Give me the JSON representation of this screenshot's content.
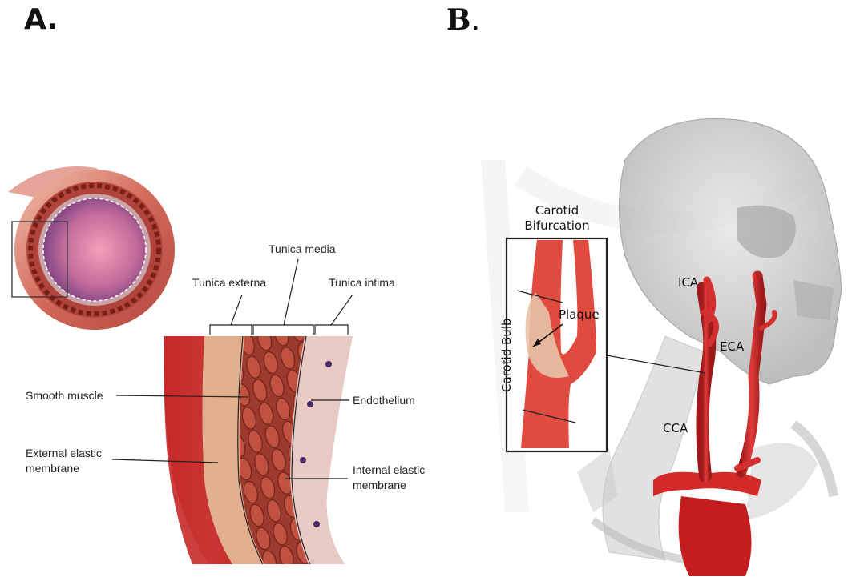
{
  "panels": {
    "a": {
      "label": "A",
      "suffix": "."
    },
    "b": {
      "label": "B",
      "suffix": "."
    }
  },
  "artery_layers": {
    "tunica_externa": "Tunica externa",
    "tunica_media": "Tunica media",
    "tunica_intima": "Tunica intima",
    "smooth_muscle": "Smooth muscle",
    "endothelium": "Endothelium",
    "external_elastic_line1": "External elastic",
    "external_elastic_line2": "membrane",
    "internal_elastic_line1": "Internal elastic",
    "internal_elastic_line2": "membrane"
  },
  "carotid": {
    "inset_title_line1": "Carotid",
    "inset_title_line2": "Bifurcation",
    "carotid_bulb": "Carotid Bulb",
    "plaque": "Plaque",
    "ica": "ICA",
    "eca": "ECA",
    "cca": "CCA"
  },
  "colors": {
    "artery_red": "#c62828",
    "wall_tan": "#d9a07a",
    "lumen_purple": "#8e4a8f",
    "skull_gray": "#bdbdbd"
  }
}
